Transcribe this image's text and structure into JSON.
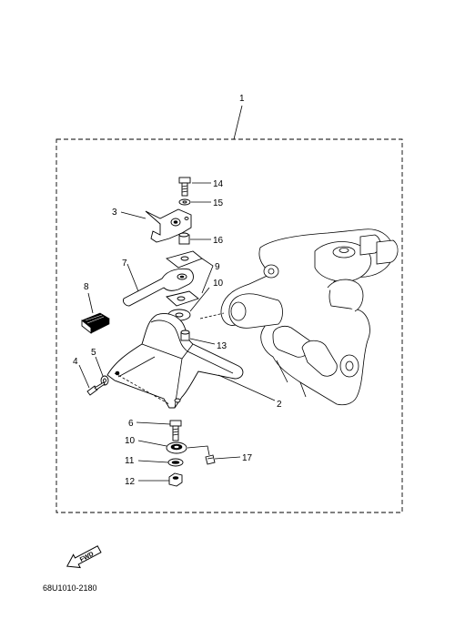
{
  "callouts": {
    "c1": "1",
    "c2": "2",
    "c3": "3",
    "c4": "4",
    "c5": "5",
    "c6": "6",
    "c7": "7",
    "c8": "8",
    "c9": "9",
    "c10a": "10",
    "c10b": "10",
    "c11": "11",
    "c12": "12",
    "c13": "13",
    "c14": "14",
    "c15": "15",
    "c16": "16",
    "c17": "17"
  },
  "fwd_label": "FWD",
  "drawing_code": "68U1010-2180"
}
